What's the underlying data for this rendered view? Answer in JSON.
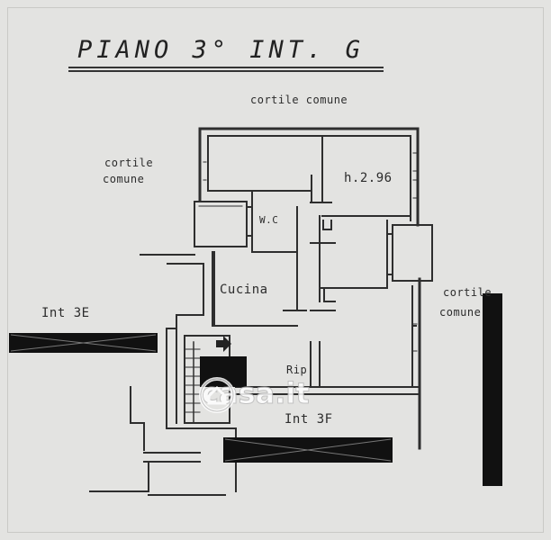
{
  "title": "PIANO 3° INT. G",
  "labels": {
    "courtyard_top": "cortile comune",
    "courtyard_left_1": "cortile",
    "courtyard_left_2": "comune",
    "courtyard_right_1": "cortile",
    "courtyard_right_2": "comune",
    "height": "h.2.96",
    "wc": "W.C",
    "kitchen": "Cucina",
    "storage": "Rip",
    "neighbor_left": "Int 3E",
    "neighbor_right": "Int 3F"
  },
  "watermark": {
    "text": "casa.it",
    "icon": "casa-house-icon"
  },
  "colors": {
    "paper": "#e3e3e1",
    "ink": "#2c2c2c",
    "redaction": "#111111"
  }
}
